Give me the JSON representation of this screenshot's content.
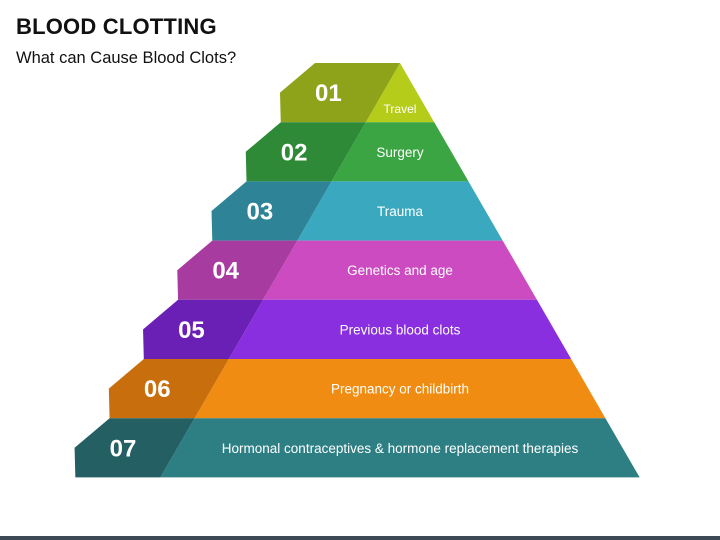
{
  "header": {
    "title": "BLOOD CLOTTING",
    "subtitle": "What can Cause Blood Clots?"
  },
  "pyramid": {
    "levels": [
      {
        "number": "01",
        "label": "Travel",
        "color": "#b5cc1a",
        "tab_color": "#8ea31a"
      },
      {
        "number": "02",
        "label": "Surgery",
        "color": "#3aa542",
        "tab_color": "#2e8a36"
      },
      {
        "number": "03",
        "label": "Trauma",
        "color": "#3aa8be",
        "tab_color": "#2e8496"
      },
      {
        "number": "04",
        "label": "Genetics and age",
        "color": "#cc4bc1",
        "tab_color": "#a83ba0"
      },
      {
        "number": "05",
        "label": "Previous blood clots",
        "color": "#8a2fe0",
        "tab_color": "#6a1fb5"
      },
      {
        "number": "06",
        "label": "Pregnancy or childbirth",
        "color": "#f08c12",
        "tab_color": "#c96e0d"
      },
      {
        "number": "07",
        "label": "Hormonal contraceptives & hormone replacement therapies",
        "color": "#2e7f84",
        "tab_color": "#245f64"
      }
    ]
  }
}
